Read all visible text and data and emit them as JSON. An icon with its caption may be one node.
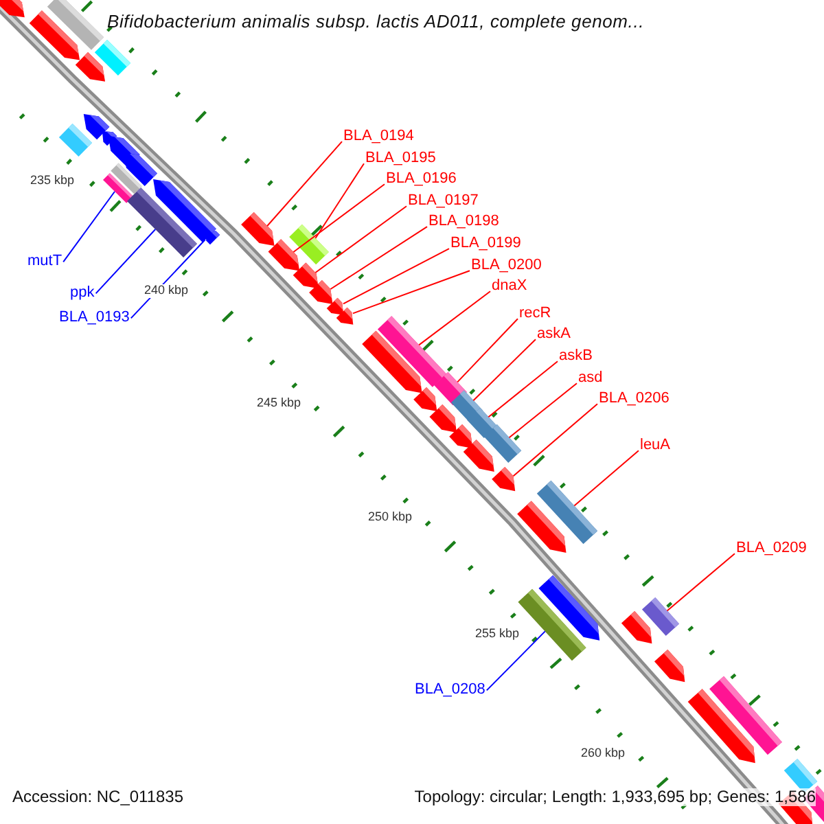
{
  "diagram": {
    "title": "Bifidobacterium animalis subsp. lactis AD011, complete genom...",
    "nodes": [
      {
        "text": [
          "BLA_0194"
        ]
      },
      {
        "text": [
          "BLA_0195"
        ]
      },
      {
        "text": [
          "BLA_0196"
        ]
      },
      {
        "text": [
          "BLA_0197"
        ]
      },
      {
        "text": [
          "BLA_0198"
        ]
      },
      {
        "text": [
          "BLA_0199"
        ]
      },
      {
        "text": [
          "BLA_0200"
        ]
      },
      {
        "text": [
          "dnaX"
        ]
      },
      {
        "text": [
          "recR"
        ]
      },
      {
        "text": [
          "askA"
        ]
      },
      {
        "text": [
          "askB"
        ]
      },
      {
        "text": [
          "asd"
        ]
      },
      {
        "text": [
          "BLA_0206"
        ]
      },
      {
        "text": [
          "mutT"
        ]
      },
      {
        "text": [
          "ppk"
        ]
      },
      {
        "text": [
          "BLA_0193"
        ]
      },
      {
        "text": [
          "leuA"
        ]
      },
      {
        "text": [
          "BLA_0209"
        ]
      },
      {
        "text": [
          "BLA_0208"
        ]
      },
      {
        "text": [],
        "shape": "arrow"
      },
      {
        "text": [],
        "shape": "box"
      },
      {
        "text": [],
        "shape": "arrow"
      },
      {
        "text": [],
        "shape": "arrow"
      },
      {
        "text": [],
        "shape": "arrow"
      },
      {
        "text": [],
        "shape": "arrow"
      },
      {
        "text": [],
        "shape": "arrow"
      },
      {
        "text": [],
        "shape": "box"
      },
      {
        "text": [],
        "shape": "box"
      },
      {
        "text": [],
        "shape": "box"
      },
      {
        "text": [],
        "shape": "box"
      },
      {
        "text": [],
        "shape": "box"
      },
      {
        "text": [],
        "shape": "arrow"
      },
      {
        "text": [],
        "shape": "box"
      },
      {
        "text": [],
        "shape": "box"
      },
      {
        "text": [],
        "shape": "arrow"
      },
      {
        "text": [],
        "shape": "box"
      },
      {
        "text": [],
        "shape": "box"
      },
      {
        "text": [],
        "shape": "box"
      },
      {
        "text": [],
        "shape": "arrow"
      },
      {
        "text": [],
        "shape": "box"
      },
      {
        "text": [],
        "shape": "arrow"
      },
      {
        "text": [],
        "shape": "box"
      },
      {
        "text": [],
        "shape": "arrow"
      },
      {
        "text": [],
        "shape": "box"
      },
      {
        "text": [],
        "shape": "arrow"
      },
      {
        "text": [],
        "shape": "arrow"
      },
      {
        "text": [],
        "shape": "arrow"
      },
      {
        "text": [],
        "shape": "arrow"
      },
      {
        "text": [],
        "shape": "box"
      },
      {
        "text": [],
        "shape": "arrow"
      },
      {
        "text": [],
        "shape": "arrow"
      },
      {
        "text": [],
        "shape": "arrow"
      },
      {
        "text": [],
        "shape": "arrow"
      },
      {
        "text": [],
        "shape": "arrow"
      },
      {
        "text": [],
        "shape": "arrow"
      },
      {
        "text": [],
        "shape": "arrow"
      },
      {
        "text": [],
        "shape": "arrow"
      },
      {
        "text": [],
        "shape": "arrow"
      },
      {
        "text": [],
        "shape": "arrow"
      },
      {
        "text": [],
        "shape": "box"
      },
      {
        "text": [],
        "shape": "arrow"
      },
      {
        "text": [],
        "shape": "box"
      },
      {
        "text": [],
        "shape": "arrow"
      },
      {
        "text": [],
        "shape": "box"
      }
    ],
    "edges": [
      {
        "from": 0,
        "to": 19,
        "arrow": "none"
      },
      {
        "from": 1,
        "to": 20,
        "arrow": "none"
      },
      {
        "from": 2,
        "to": 21,
        "arrow": "none"
      },
      {
        "from": 3,
        "to": 22,
        "arrow": "none"
      },
      {
        "from": 4,
        "to": 23,
        "arrow": "none"
      },
      {
        "from": 5,
        "to": 24,
        "arrow": "none"
      },
      {
        "from": 6,
        "to": 25,
        "arrow": "none"
      },
      {
        "from": 7,
        "to": 26,
        "arrow": "none"
      },
      {
        "from": 8,
        "to": 27,
        "arrow": "none"
      },
      {
        "from": 9,
        "to": 28,
        "arrow": "none"
      },
      {
        "from": 10,
        "to": 29,
        "arrow": "none"
      },
      {
        "from": 11,
        "to": 30,
        "arrow": "none"
      },
      {
        "from": 12,
        "to": 31,
        "arrow": "none"
      },
      {
        "from": 13,
        "to": 32,
        "arrow": "none",
        "color": "#0000ff"
      },
      {
        "from": 14,
        "to": 33,
        "arrow": "none",
        "color": "#0000ff"
      },
      {
        "from": 15,
        "to": 34,
        "arrow": "none",
        "color": "#0000ff"
      },
      {
        "from": 16,
        "to": 35,
        "arrow": "none"
      },
      {
        "from": 17,
        "to": 36,
        "arrow": "none"
      },
      {
        "from": 18,
        "to": 37,
        "arrow": "none",
        "color": "#0000ff"
      }
    ],
    "labels": [
      "235 kbp",
      "240 kbp",
      "245 kbp",
      "250 kbp",
      "255 kbp",
      "260 kbp",
      "Accession: NC_011835",
      "Topology: circular; Length: 1,933,695 bp; Genes: 1,586"
    ]
  }
}
